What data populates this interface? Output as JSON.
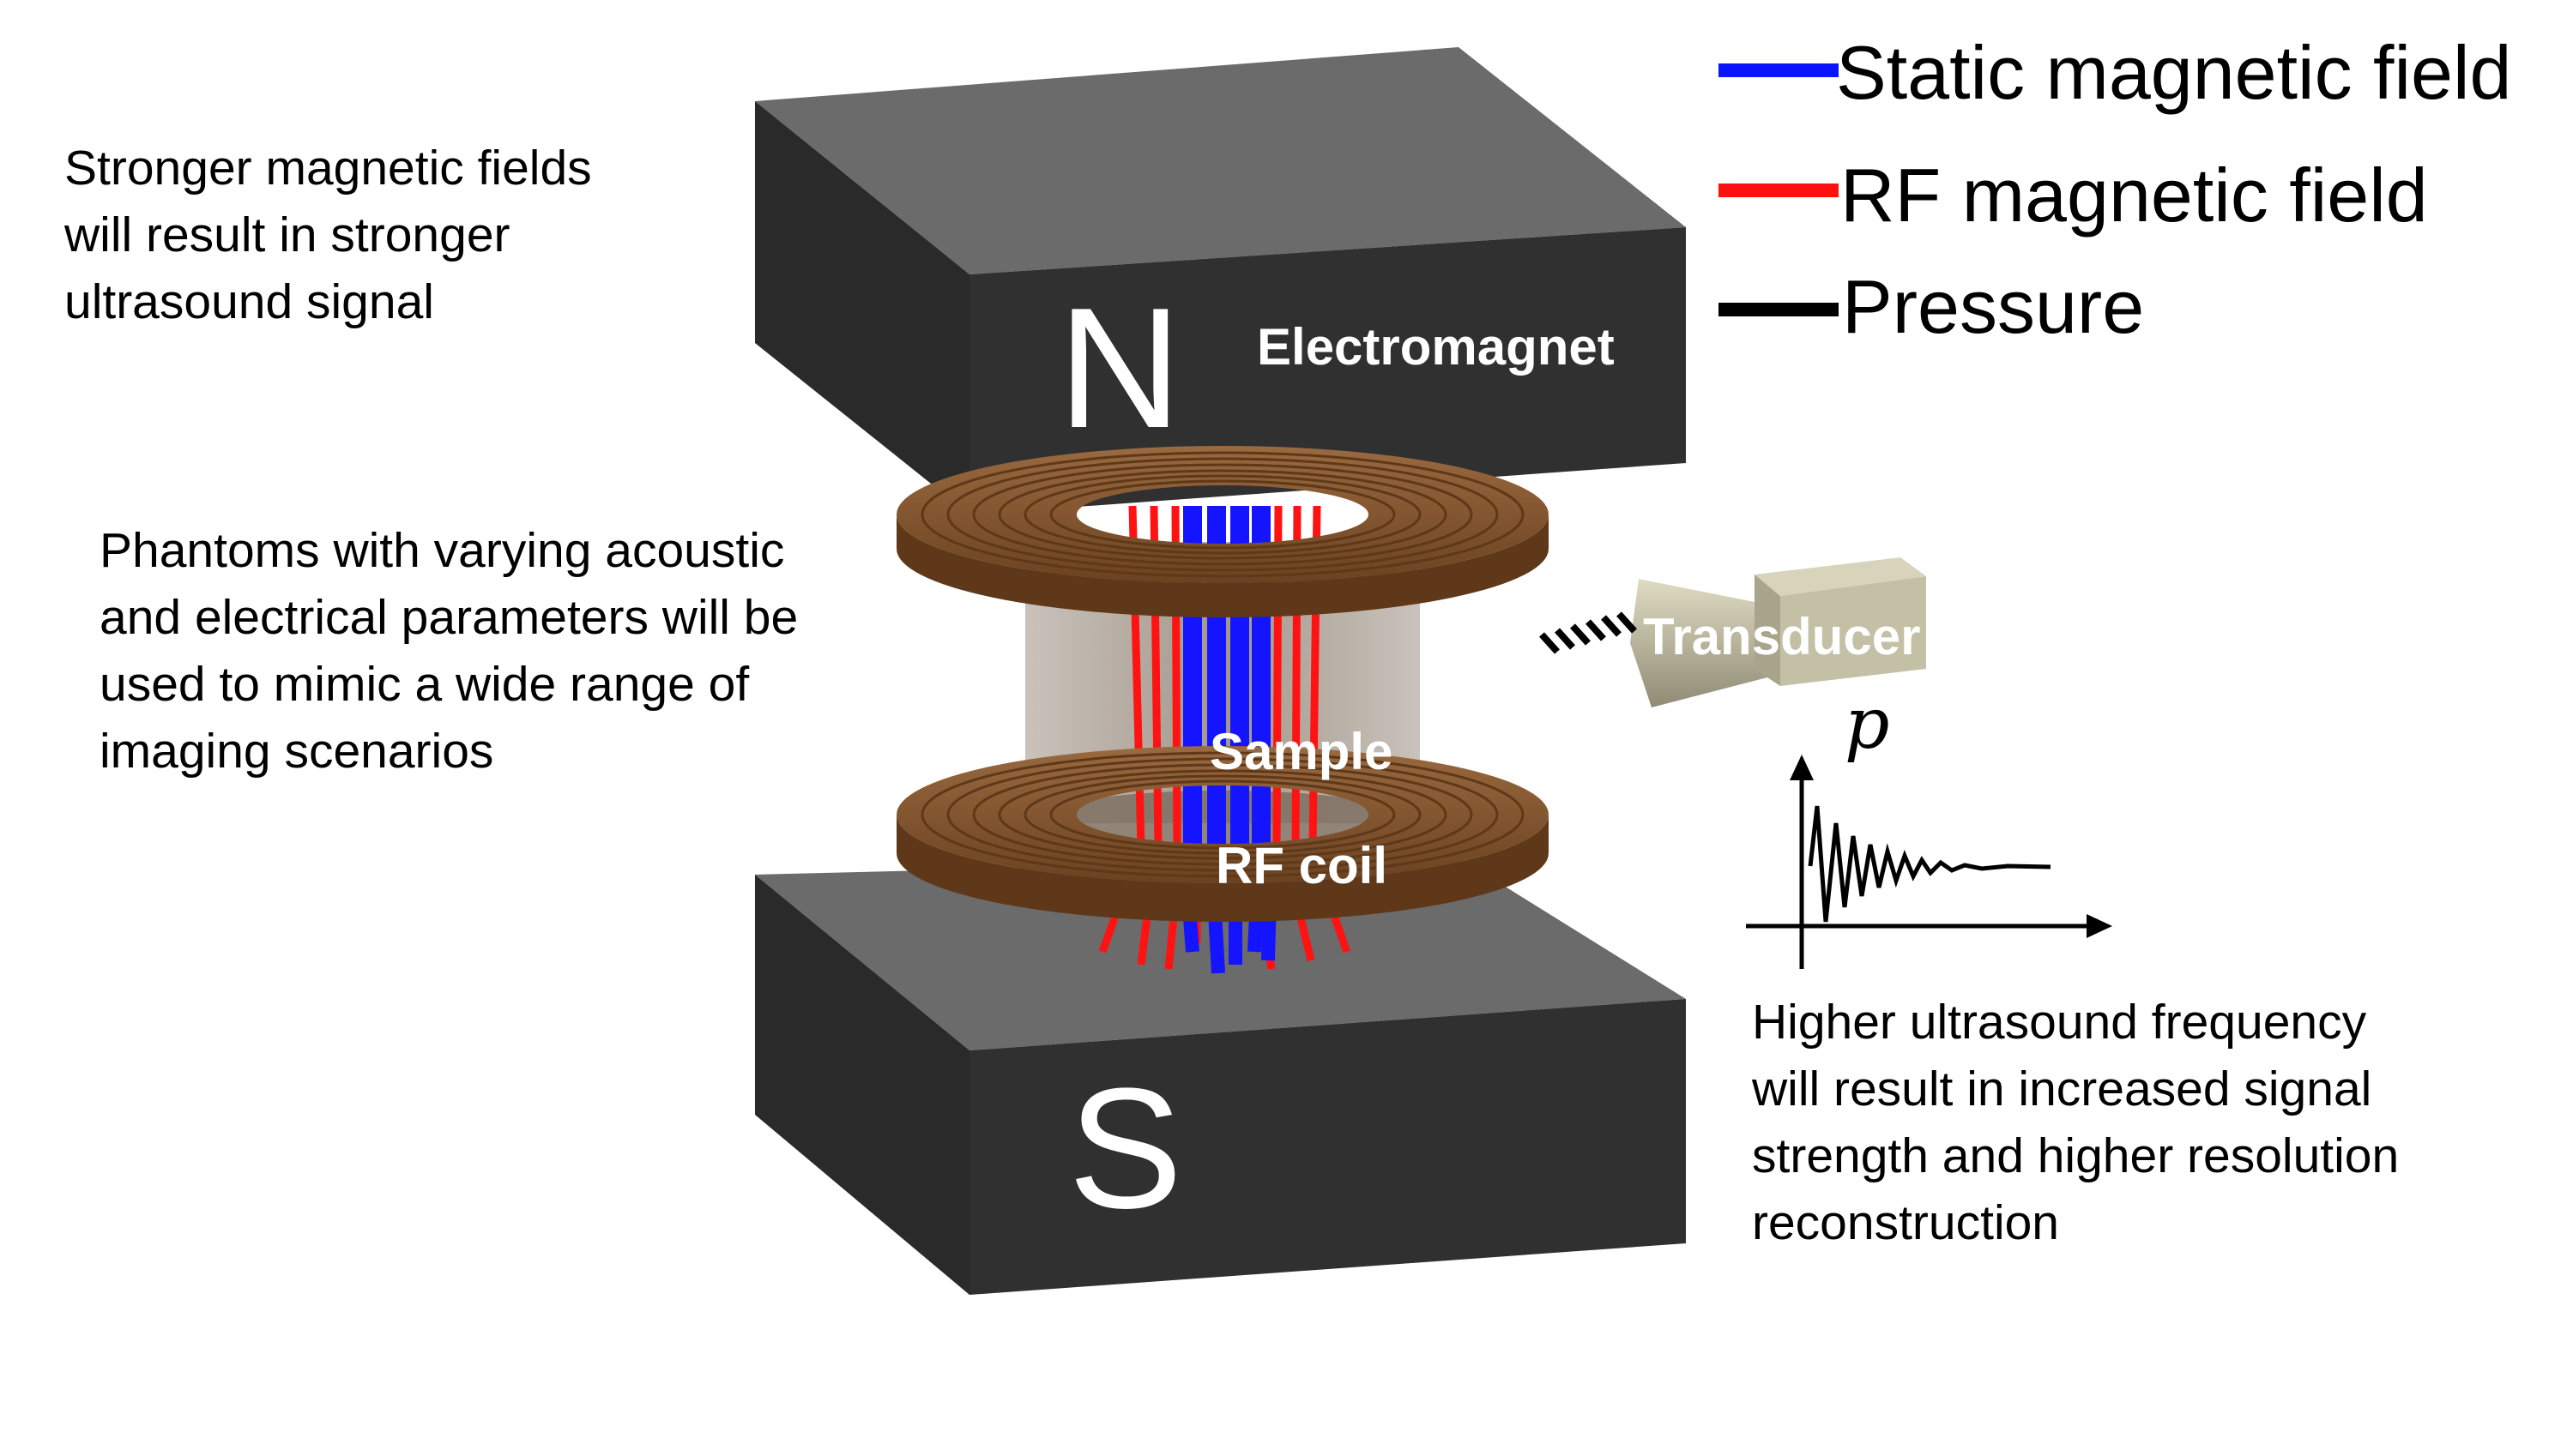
{
  "legend": [
    {
      "label": "Static magnetic field",
      "color": "#0a14ff"
    },
    {
      "label": "RF magnetic field",
      "color": "#ff1010"
    },
    {
      "label": "Pressure",
      "color": "#000000"
    }
  ],
  "notes": {
    "magnet_note": [
      "Stronger magnetic fields",
      "will result in stronger",
      "ultrasound signal"
    ],
    "phantom_note": [
      "Phantoms with varying acoustic",
      "and electrical parameters will be",
      "used to mimic a wide range of",
      "imaging scenarios"
    ],
    "frequency_note": [
      "Higher ultrasound frequency",
      "will result in increased signal",
      "strength and higher resolution",
      "reconstruction"
    ]
  },
  "labels": {
    "north_pole": "N",
    "south_pole": "S",
    "electromagnet": "Electromagnet",
    "transducer": "Transducer",
    "sample": "Sample",
    "rf_coil": "RF coil",
    "pressure_symbol": "p"
  },
  "colors": {
    "magnet_front": "#2e2e2e",
    "magnet_top": "#6a6a6a",
    "magnet_side": "#1f1f1f",
    "coil": "#8a5a33",
    "coil_dark": "#5e3818",
    "transducer": "#c8c4a8",
    "sample": "#9b8d80"
  }
}
